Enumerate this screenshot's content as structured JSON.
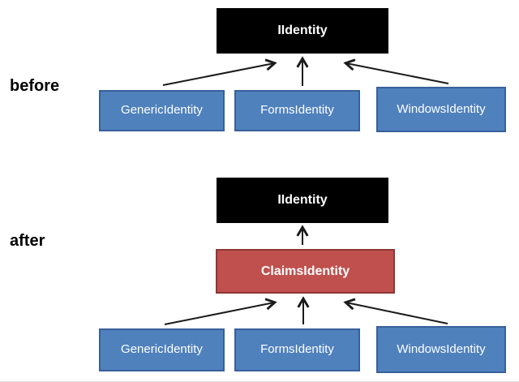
{
  "colors": {
    "interface_fill": "#000000",
    "interface_text": "#ffffff",
    "subclass_fill": "#4f81bd",
    "subclass_border": "#38609a",
    "claims_fill": "#c0504d",
    "claims_border": "#8e3734",
    "arrow": "#1a1a1a",
    "section_label_text": "#000000"
  },
  "before": {
    "label": "before",
    "interface": "IIdentity",
    "subclasses": [
      "GenericIdentity",
      "FormsIdentity",
      "WindowsIdentity"
    ]
  },
  "after": {
    "label": "after",
    "interface": "IIdentity",
    "intermediate": "ClaimsIdentity",
    "subclasses": [
      "GenericIdentity",
      "FormsIdentity",
      "WindowsIdentity"
    ]
  }
}
